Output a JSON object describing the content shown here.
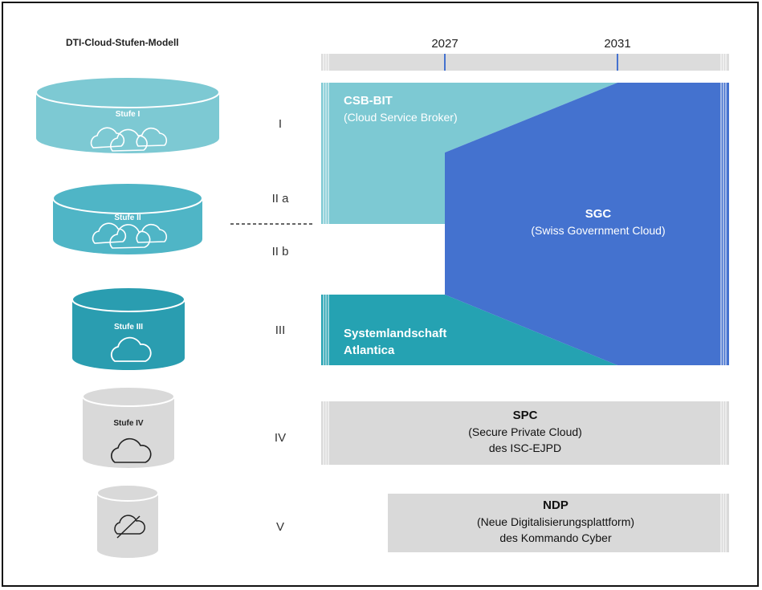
{
  "title": "DTI-Cloud-Stufen-Modell",
  "years": [
    "2027",
    "2031"
  ],
  "stufen": [
    {
      "label": "Stufe I",
      "roman": "I"
    },
    {
      "label": "Stufe II",
      "roman_a": "II a",
      "roman_b": "II b"
    },
    {
      "label": "Stufe III",
      "roman": "III"
    },
    {
      "label": "Stufe IV",
      "roman": "IV"
    },
    {
      "label": "",
      "roman": "V"
    }
  ],
  "blocks": {
    "csb": {
      "title": "CSB-BIT",
      "subtitle": "(Cloud Service Broker)"
    },
    "sgc": {
      "title": "SGC",
      "subtitle": "(Swiss Government Cloud)"
    },
    "atlantica": {
      "line1": "Systemlandschaft",
      "line2": "Atlantica"
    },
    "spc": {
      "title": "SPC",
      "line2": "(Secure Private Cloud)",
      "line3": "des ISC-EJPD"
    },
    "ndp": {
      "title": "NDP",
      "line2": "(Neue Digitalisierungsplattform)",
      "line3": "des Kommando Cyber"
    }
  },
  "colors": {
    "stufe1": "#7dc9d3",
    "stufe2": "#4fb5c6",
    "stufe3": "#2a9db0",
    "stufe4": "#d9d9d9",
    "csb": "#7dc9d3",
    "sgc": "#4472cf",
    "atlantica": "#25a2b2",
    "grey_block": "#d9d9d9",
    "timeline": "#dcdcdc",
    "tick": "#4472cf"
  }
}
